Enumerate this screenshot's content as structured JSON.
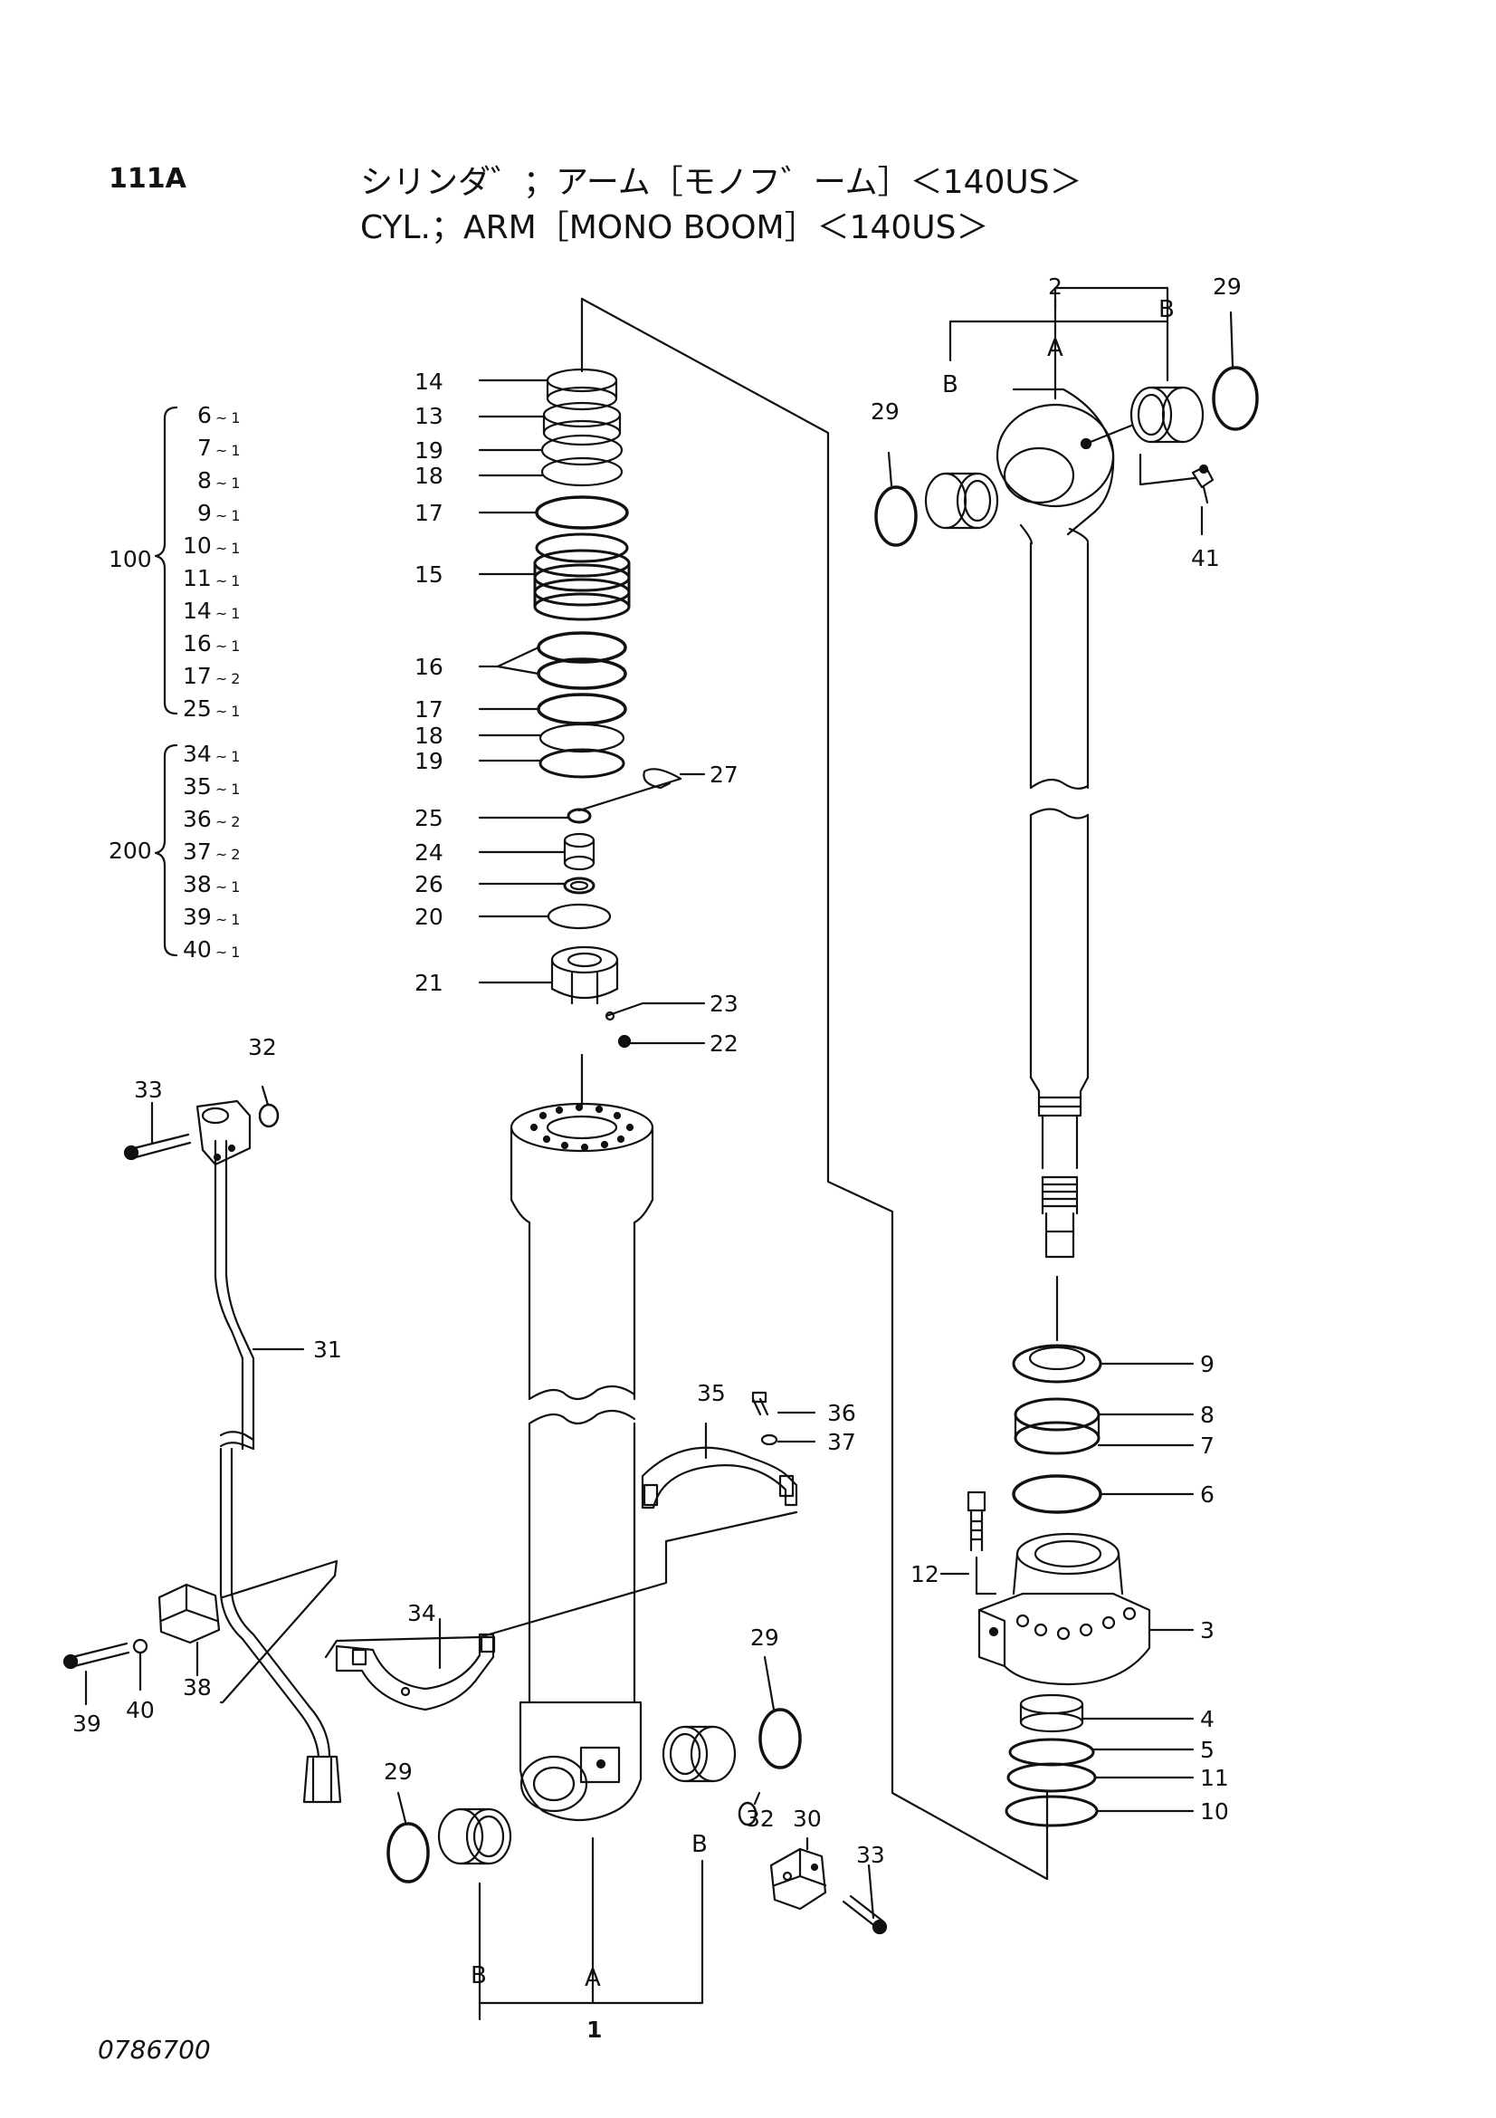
{
  "header": {
    "page_number": "111A",
    "title_jp": "シリンダ゛；アーム［モノフ゛ーム］＜140US＞",
    "title_en": "CYL.；ARM［MONO  BOOM］＜140US＞"
  },
  "footer": {
    "drawing_number": "0786700"
  },
  "kits": [
    {
      "id": "100",
      "items": [
        {
          "part": "6",
          "qty": "1"
        },
        {
          "part": "7",
          "qty": "1"
        },
        {
          "part": "8",
          "qty": "1"
        },
        {
          "part": "9",
          "qty": "1"
        },
        {
          "part": "10",
          "qty": "1"
        },
        {
          "part": "11",
          "qty": "1"
        },
        {
          "part": "14",
          "qty": "1"
        },
        {
          "part": "16",
          "qty": "1"
        },
        {
          "part": "17",
          "qty": "2"
        },
        {
          "part": "25",
          "qty": "1"
        }
      ]
    },
    {
      "id": "200",
      "items": [
        {
          "part": "34",
          "qty": "1"
        },
        {
          "part": "35",
          "qty": "1"
        },
        {
          "part": "36",
          "qty": "2"
        },
        {
          "part": "37",
          "qty": "2"
        },
        {
          "part": "38",
          "qty": "1"
        },
        {
          "part": "39",
          "qty": "1"
        },
        {
          "part": "40",
          "qty": "1"
        }
      ]
    }
  ],
  "callouts": {
    "c14": "14",
    "c13": "13",
    "c19a": "19",
    "c18a": "18",
    "c17a": "17",
    "c15": "15",
    "c16": "16",
    "c17b": "17",
    "c18b": "18",
    "c19b": "19",
    "c27": "27",
    "c25": "25",
    "c24": "24",
    "c26": "26",
    "c20": "20",
    "c21": "21",
    "c23": "23",
    "c22": "22",
    "c2": "2",
    "c29a": "29",
    "c29b": "29",
    "c29c": "29",
    "c29d": "29",
    "c41": "41",
    "c33a": "33",
    "c32a": "32",
    "c31": "31",
    "c35": "35",
    "c36": "36",
    "c37": "37",
    "c34": "34",
    "c39": "39",
    "c40": "40",
    "c38": "38",
    "c30": "30",
    "c32b": "32",
    "c33b": "33",
    "c1": "1",
    "c9": "9",
    "c8": "8",
    "c7": "7",
    "c6": "6",
    "c12": "12",
    "c3": "3",
    "c4": "4",
    "c5": "5",
    "c11": "11",
    "c10": "10"
  },
  "letters": {
    "a_top": "A",
    "b_top_left": "B",
    "b_top_right": "B",
    "a_bottom": "A",
    "b_bottom_left": "B",
    "b_bottom_right": "B"
  }
}
